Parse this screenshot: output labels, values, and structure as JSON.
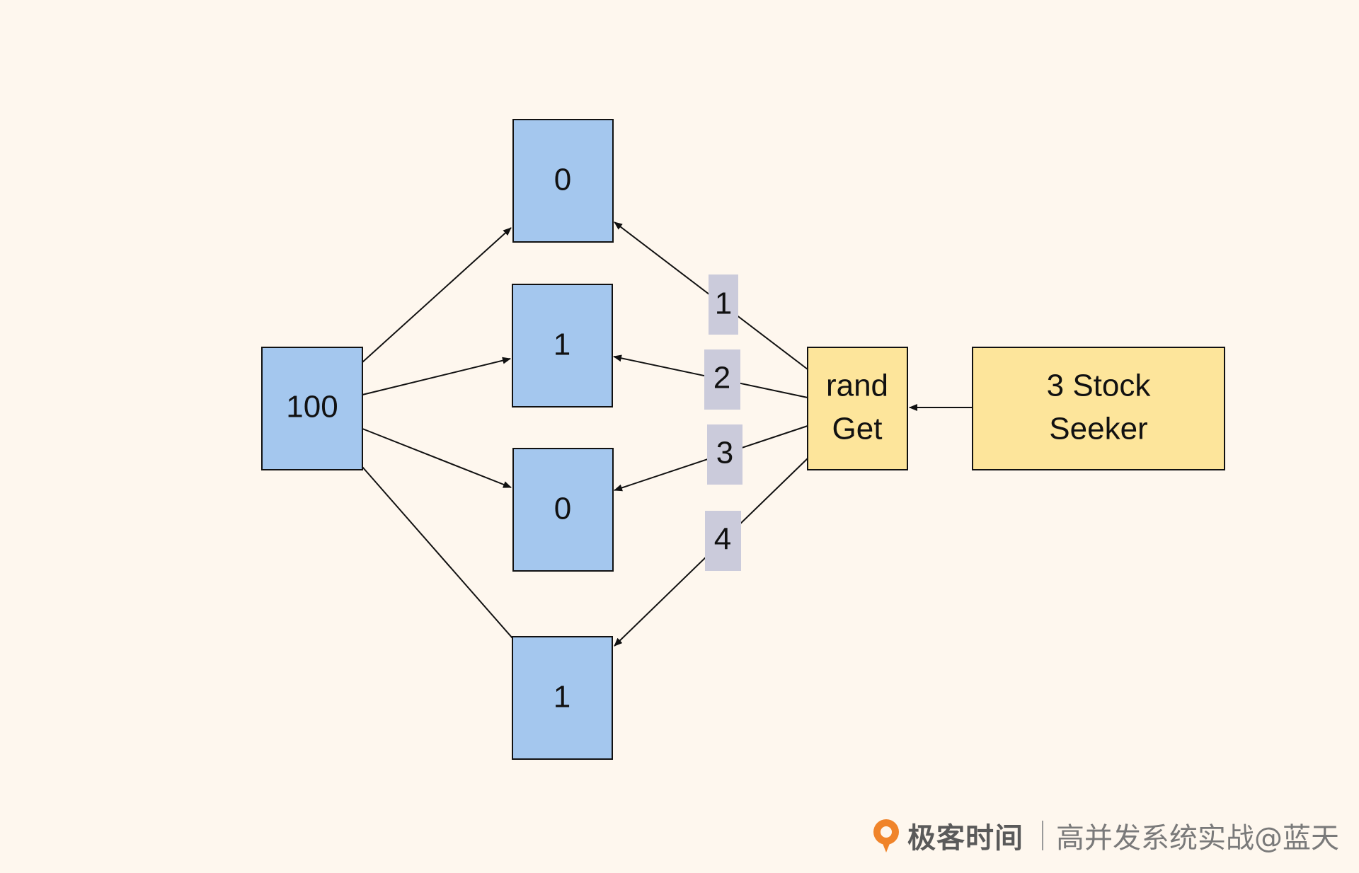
{
  "colors": {
    "background": "#fef7ee",
    "blue_box": "#a4c7ee",
    "yellow_box": "#fde59b",
    "label_badge": "#cbcbdb",
    "logo_orange": "#f0842a"
  },
  "nodes": {
    "source": "100",
    "shard_1": "0",
    "shard_2": "1",
    "shard_3": "0",
    "shard_4": "1",
    "rand_get": [
      "rand",
      "Get"
    ],
    "seeker": [
      "3 Stock",
      "Seeker"
    ]
  },
  "edge_labels": [
    "1",
    "2",
    "3",
    "4"
  ],
  "watermark": {
    "logo_icon": "geektime-logo-icon",
    "brand": "极客时间",
    "course": "高并发系统实战@蓝天"
  }
}
